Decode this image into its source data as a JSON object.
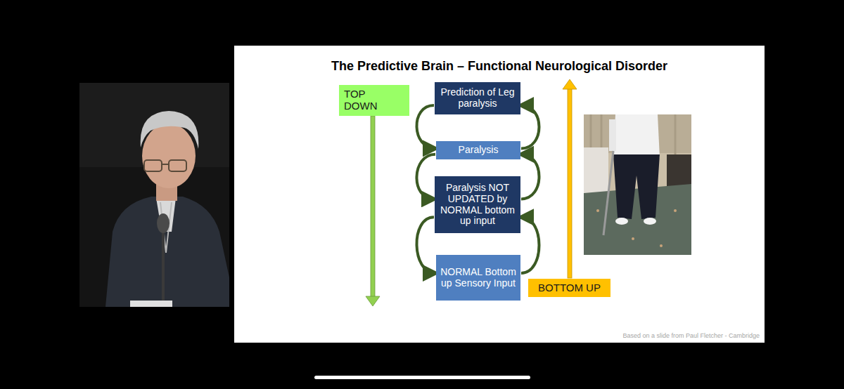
{
  "diagram": {
    "title": "The Predictive Brain – Functional Neurological Disorder",
    "nodes": [
      {
        "text": [
          "TOP DOWN"
        ]
      },
      {
        "text": [
          "Prediction of Leg paralysis"
        ]
      },
      {
        "text": [
          "Paralysis"
        ]
      },
      {
        "text": [
          "Paralysis NOT UPDATED by NORMAL bottom up input"
        ]
      },
      {
        "text": [
          "NORMAL Bottom up Sensory Input"
        ]
      },
      {
        "text": [
          "BOTTOM UP"
        ]
      }
    ],
    "edges": [
      {
        "from": 1,
        "to": 2,
        "arrow": "to"
      },
      {
        "from": 2,
        "to": 3,
        "arrow": "to"
      },
      {
        "from": 3,
        "to": 4,
        "arrow": "to"
      },
      {
        "from": 4,
        "to": 3,
        "arrow": "to"
      },
      {
        "from": 3,
        "to": 2,
        "arrow": "to"
      },
      {
        "from": 2,
        "to": 1,
        "arrow": "to"
      }
    ],
    "labels": [
      "Based on a slide from Paul Fletcher - Cambridge"
    ]
  }
}
